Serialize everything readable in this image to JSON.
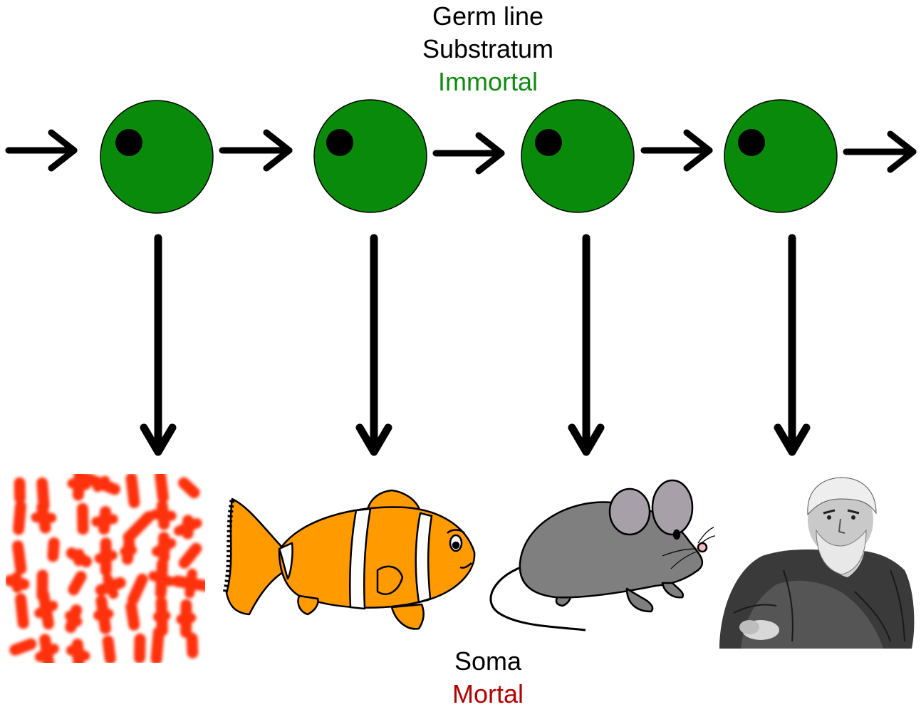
{
  "germline": {
    "line1": "Germ line",
    "line2": "Substratum",
    "line3": "Immortal",
    "line3_color": "#118a10"
  },
  "soma": {
    "line1": "Soma",
    "line2": "Mortal",
    "line2_color": "#b00000"
  },
  "colors": {
    "cell": "#0a8a0a",
    "nucleus": "#000000",
    "arrow": "#000000",
    "bacteria": "#ff3010",
    "fish_body": "#ff9a00",
    "mouse_body": "#7f7f7f",
    "mouse_ear": "#a8a0a8"
  },
  "nodes": [
    {
      "cell": "germ-cell-1",
      "offspring": "bacteria-illustration"
    },
    {
      "cell": "germ-cell-2",
      "offspring": "clownfish-illustration"
    },
    {
      "cell": "germ-cell-3",
      "offspring": "mouse-illustration"
    },
    {
      "cell": "germ-cell-4",
      "offspring": "man-portrait-illustration"
    }
  ]
}
